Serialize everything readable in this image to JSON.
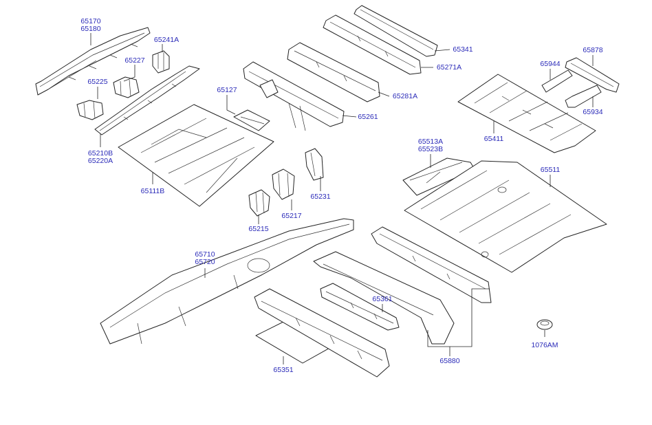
{
  "colors": {
    "label": "#2a2ab8",
    "line": "#222222",
    "background": "#ffffff"
  },
  "labels": {
    "p65170": "65170",
    "p65180": "65180",
    "p65241a": "65241A",
    "p65227": "65227",
    "p65225": "65225",
    "p65210b": "65210B",
    "p65220a": "65220A",
    "p65111b": "65111B",
    "p65127": "65127",
    "p65215": "65215",
    "p65217": "65217",
    "p65231": "65231",
    "p65341": "65341",
    "p65271a": "65271A",
    "p65281a": "65281A",
    "p65261": "65261",
    "p65944": "65944",
    "p65878": "65878",
    "p65934": "65934",
    "p65411": "65411",
    "p65513a": "65513A",
    "p65523b": "65523B",
    "p65511": "65511",
    "p65710": "65710",
    "p65720": "65720",
    "p65361": "65361",
    "p65351": "65351",
    "p65880": "65880",
    "p1076am": "1076AM"
  }
}
